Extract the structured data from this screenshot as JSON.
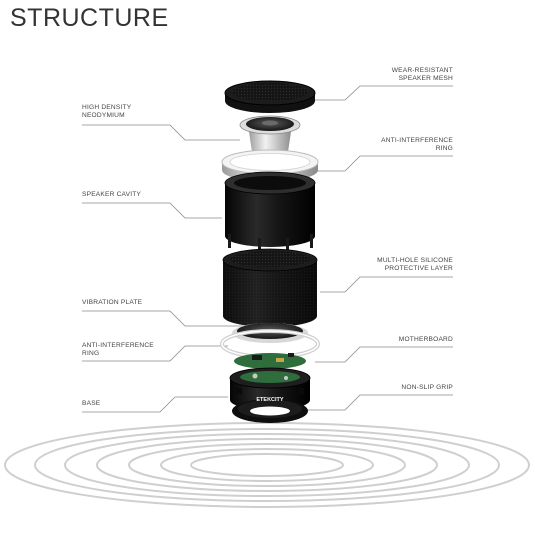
{
  "title": "STRUCTURE",
  "brand": "ETEKCITY",
  "labels_left": [
    {
      "id": "neodymium",
      "text": "HIGH DENSITY\nNEODYMIUM"
    },
    {
      "id": "cavity",
      "text": "SPEAKER CAVITY"
    },
    {
      "id": "vibration",
      "text": "VIBRATION PLATE"
    },
    {
      "id": "ring2",
      "text": "ANTI-INTERFERENCE\nRING"
    },
    {
      "id": "base",
      "text": "BASE"
    }
  ],
  "labels_right": [
    {
      "id": "mesh",
      "text": "WEAR-RESISTANT\nSPEAKER MESH"
    },
    {
      "id": "ring1",
      "text": "ANTI-INTERFERENCE\nRING"
    },
    {
      "id": "silicone",
      "text": "MULTI-HOLE SILICONE\nPROTECTIVE LAYER"
    },
    {
      "id": "motherboard",
      "text": "MOTHERBOARD"
    },
    {
      "id": "grip",
      "text": "NON-SLIP GRIP"
    }
  ]
}
